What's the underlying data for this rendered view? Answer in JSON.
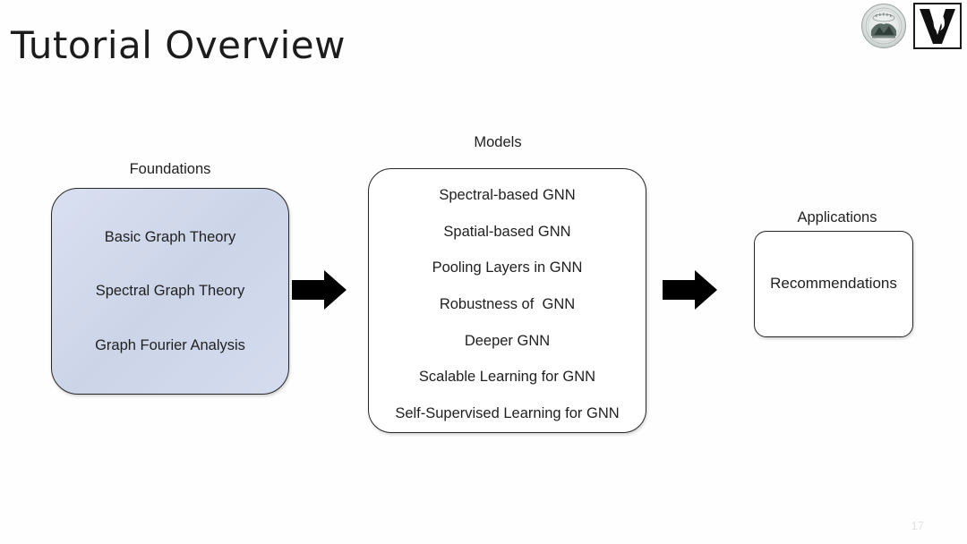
{
  "slide": {
    "title": "Tutorial Overview",
    "page_number": "17",
    "background_color": "#fefefe"
  },
  "logos": [
    {
      "name": "university-seal-logo",
      "alt": "Circular university seal"
    },
    {
      "name": "vanderbilt-v-logo",
      "alt": "Vanderbilt V logo"
    }
  ],
  "diagram": {
    "type": "flow",
    "groups": [
      {
        "label": "Foundations",
        "fill_color": "#d4dcee",
        "border_color": "#262626",
        "items": [
          "Basic Graph Theory",
          "Spectral Graph Theory",
          "Graph Fourier Analysis"
        ]
      },
      {
        "label": "Models",
        "fill_color": "#ffffff",
        "border_color": "#262626",
        "items": [
          "Spectral-based GNN",
          "Spatial-based GNN",
          "Pooling Layers in GNN",
          "Robustness of  GNN",
          "Deeper GNN",
          "Scalable Learning for GNN",
          "Self-Supervised Learning for GNN"
        ]
      },
      {
        "label": "Applications",
        "fill_color": "#ffffff",
        "border_color": "#262626",
        "items": [
          "Recommendations"
        ]
      }
    ],
    "connectors": [
      {
        "name": "arrow-foundations-to-models",
        "from": "Foundations",
        "to": "Models",
        "style": "block-arrow",
        "color": "#000000"
      },
      {
        "name": "arrow-models-to-applications",
        "from": "Models",
        "to": "Applications",
        "style": "block-arrow",
        "color": "#000000"
      }
    ]
  }
}
